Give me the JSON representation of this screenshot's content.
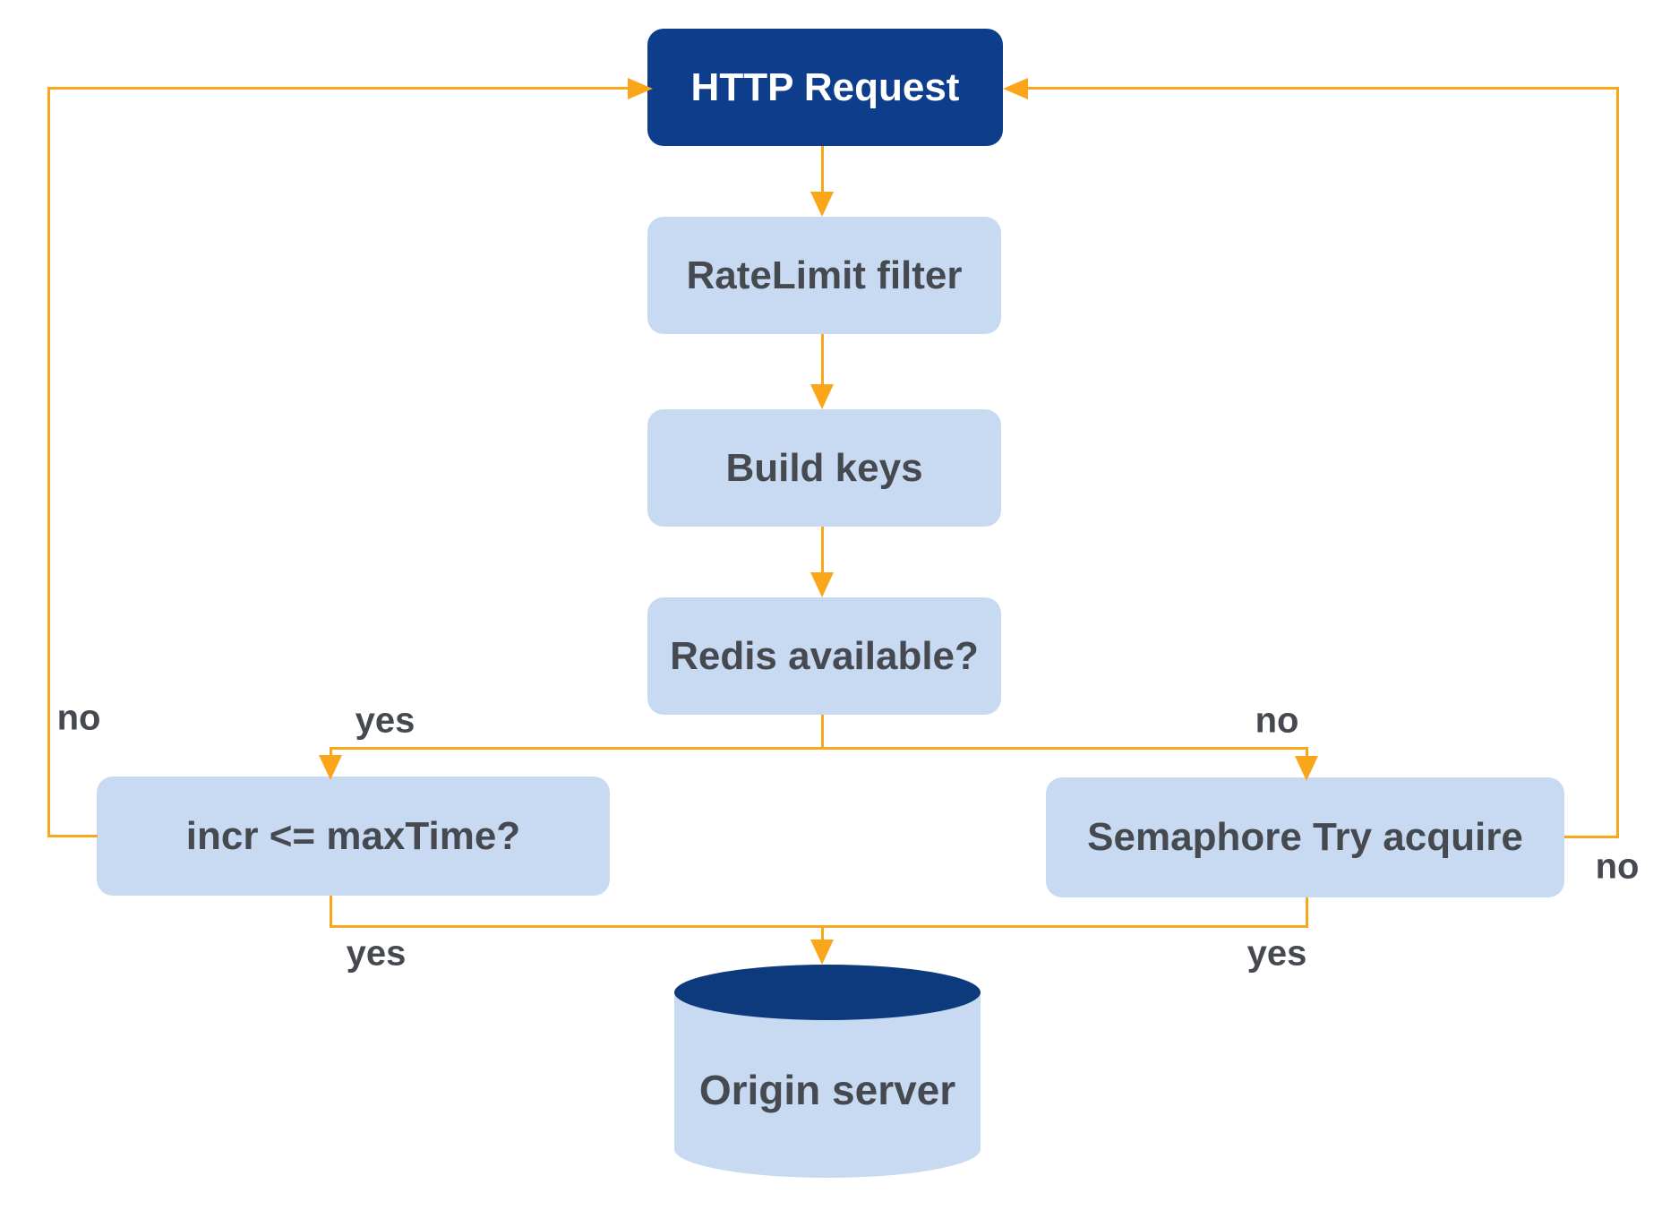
{
  "diagram": {
    "type": "flowchart",
    "nodes": [
      {
        "id": "http_request",
        "label": "HTTP Request",
        "shape": "rect",
        "variant": "primary"
      },
      {
        "id": "ratelimit_filter",
        "label": "RateLimit filter",
        "shape": "rect",
        "variant": "secondary"
      },
      {
        "id": "build_keys",
        "label": "Build keys",
        "shape": "rect",
        "variant": "secondary"
      },
      {
        "id": "redis_available",
        "label": "Redis available?",
        "shape": "rect",
        "variant": "secondary"
      },
      {
        "id": "incr_maxtime",
        "label": "incr <= maxTime?",
        "shape": "rect",
        "variant": "secondary"
      },
      {
        "id": "semaphore_try_acquire",
        "label": "Semaphore Try acquire",
        "shape": "rect",
        "variant": "secondary"
      },
      {
        "id": "origin_server",
        "label": "Origin server",
        "shape": "cylinder",
        "variant": "secondary"
      }
    ],
    "edges": [
      {
        "from": "http_request",
        "to": "ratelimit_filter",
        "label": ""
      },
      {
        "from": "ratelimit_filter",
        "to": "build_keys",
        "label": ""
      },
      {
        "from": "build_keys",
        "to": "redis_available",
        "label": ""
      },
      {
        "from": "redis_available",
        "to": "incr_maxtime",
        "label": "yes"
      },
      {
        "from": "redis_available",
        "to": "semaphore_try_acquire",
        "label": "no"
      },
      {
        "from": "incr_maxtime",
        "to": "origin_server",
        "label": "yes"
      },
      {
        "from": "semaphore_try_acquire",
        "to": "origin_server",
        "label": "yes"
      },
      {
        "from": "incr_maxtime",
        "to": "http_request",
        "label": "no"
      },
      {
        "from": "semaphore_try_acquire",
        "to": "http_request",
        "label": "no"
      }
    ],
    "colors": {
      "node_primary": "#0E3D8C",
      "node_secondary": "#C8DAF2",
      "cylinder_top": "#0D3A7D",
      "connector": "#FAA61B",
      "text_dark": "#464A50",
      "text_light": "#FFFFFF"
    }
  }
}
